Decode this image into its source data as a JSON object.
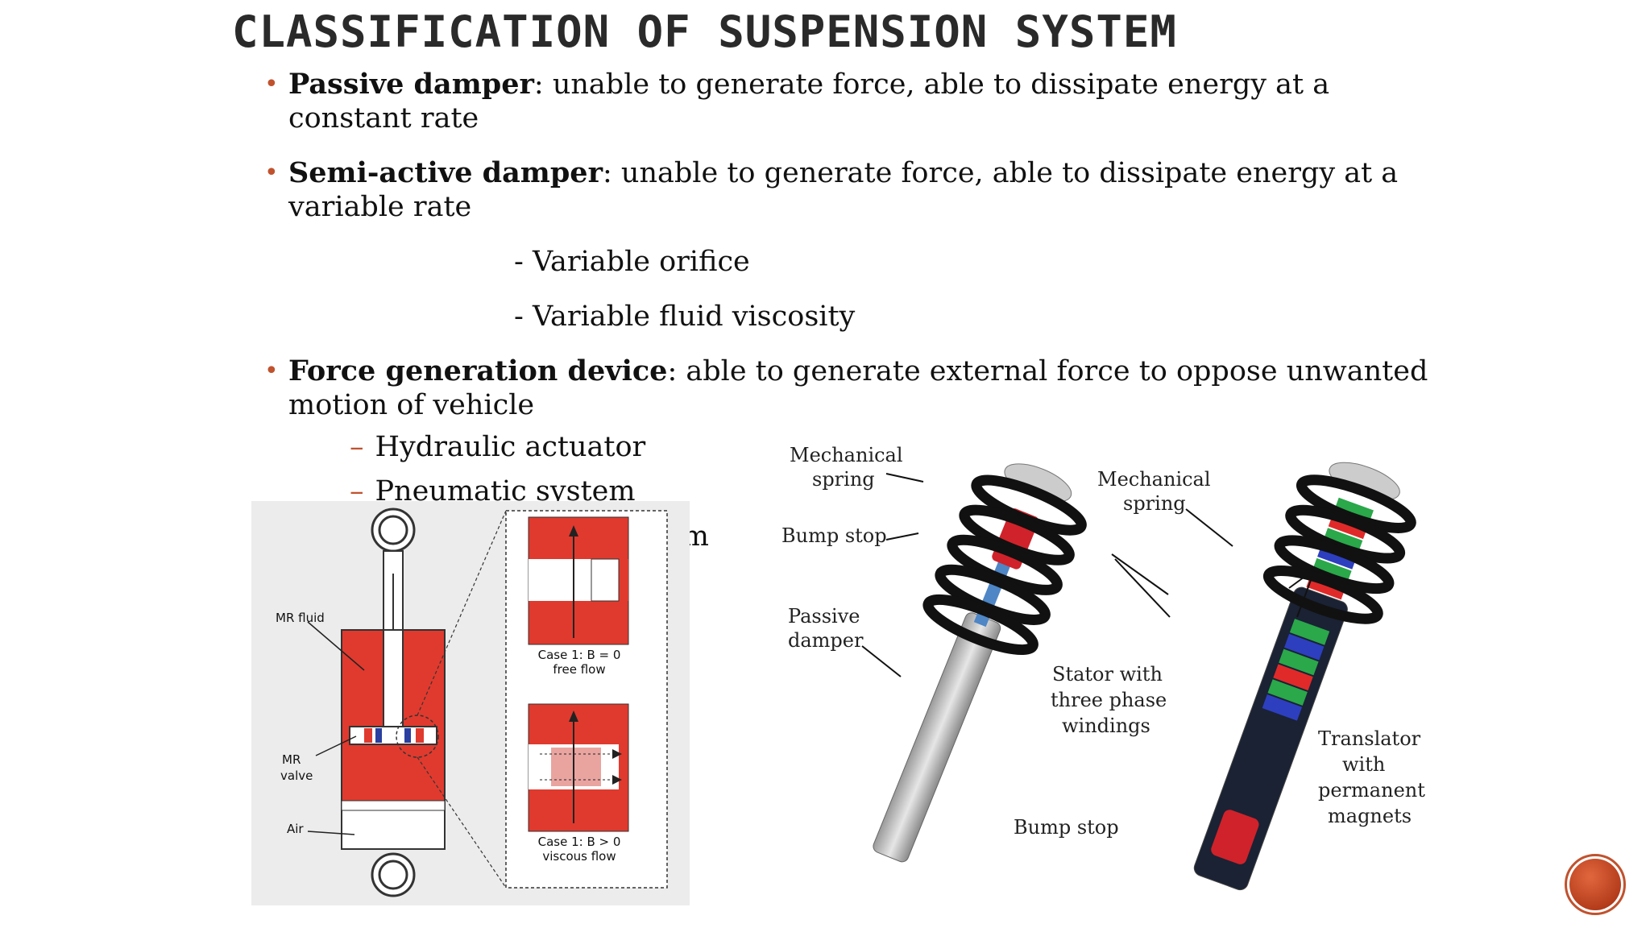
{
  "slide": {
    "title": "Classification of Suspension System",
    "bullets": [
      {
        "term": "Passive damper",
        "text": ": unable to generate force, able to dissipate energy at a",
        "text2": "constant rate"
      },
      {
        "term": "Semi-active damper",
        "text": ": unable to generate force, able to dissipate energy at a",
        "text2": "variable rate"
      },
      {
        "term": "Force generation device",
        "text": ": able to generate external force to oppose unwanted",
        "text2": "motion of vehicle"
      }
    ],
    "semi_active_types": [
      "- Variable orifice",
      "- Variable fluid viscosity"
    ],
    "force_devices": [
      "Hydraulic actuator",
      "Pneumatic system",
      "em"
    ],
    "dash": "–"
  },
  "figure_mr": {
    "mr_fluid": "MR fluid",
    "mr_valve_1": "MR",
    "mr_valve_2": "valve",
    "air": "Air",
    "case1_a": "Case 1: B = 0",
    "case1_b": "free flow",
    "case2_a": "Case 1: B > 0",
    "case2_b": "viscous flow"
  },
  "figure_passive": {
    "mech_spring_1": "Mechanical",
    "mech_spring_2": "spring",
    "bump_stop": "Bump stop",
    "passive_damper_1": "Passive",
    "passive_damper_2": "damper"
  },
  "figure_active": {
    "mech_spring_1": "Mechanical",
    "mech_spring_2": "spring",
    "stator_1": "Stator with",
    "stator_2": "three phase",
    "stator_3": "windings",
    "translator_1": "Translator",
    "translator_2": "with",
    "translator_3": "permanent",
    "translator_4": "magnets",
    "bump_stop": "Bump stop"
  },
  "colors": {
    "accent": "#c0522e",
    "mr_red": "#e03a2e"
  }
}
